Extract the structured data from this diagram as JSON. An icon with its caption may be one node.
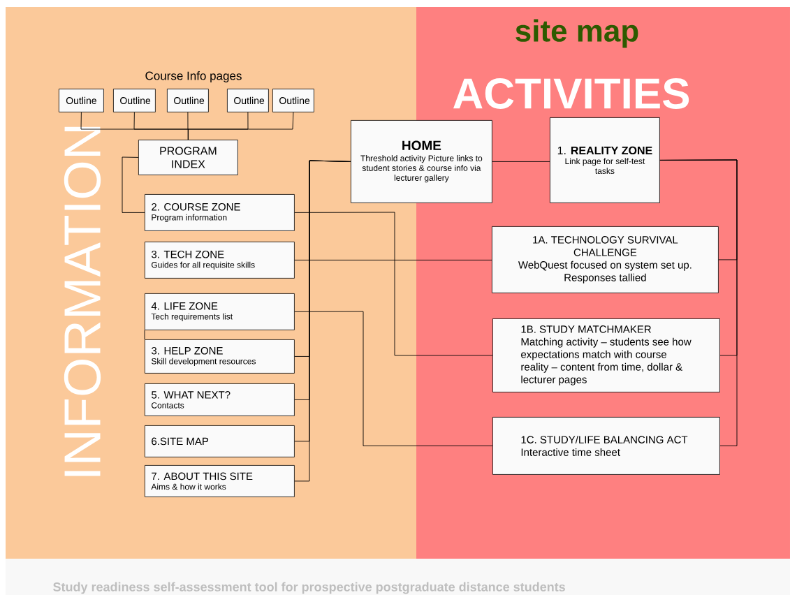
{
  "diagram": {
    "title": "site map",
    "nodes": [
      {
        "text": [
          "Outline"
        ]
      },
      {
        "text": [
          "Outline"
        ]
      },
      {
        "text": [
          "Outline"
        ]
      },
      {
        "text": [
          "Outline"
        ]
      },
      {
        "text": [
          "Outline"
        ]
      },
      {
        "text": [
          "PROGRAM INDEX"
        ]
      },
      {
        "text": [
          "HOME",
          "Threshold activity Picture links to student stories & course info via lecturer gallery"
        ]
      },
      {
        "text": [
          "1. **REALITY ZONE**",
          "Link page for self-test tasks"
        ]
      },
      {
        "text": [
          "2. COURSE  ZONE",
          "Program information"
        ]
      },
      {
        "text": [
          "3. TECH  ZONE",
          "Guides for all requisite skills"
        ]
      },
      {
        "text": [
          "4. LIFE ZONE",
          "Tech requirements list"
        ]
      },
      {
        "text": [
          "3. HELP ZONE",
          "Skill development resources"
        ]
      },
      {
        "text": [
          "5. WHAT NEXT?",
          "Contacts"
        ]
      },
      {
        "text": [
          "6.SITE MAP"
        ]
      },
      {
        "text": [
          "7. ABOUT THIS SITE",
          "Aims & how it works"
        ]
      },
      {
        "text": [
          "1A. TECHNOLOGY SURVIVAL CHALLENGE",
          "WebQuest focused on system set up. Responses tallied"
        ]
      },
      {
        "text": [
          "1B. STUDY MATCHMAKER",
          "Matching activity – students see how expectations match with course reality – content from time, dollar & lecturer pages"
        ]
      },
      {
        "text": [
          "1C. STUDY/LIFE BALANCING ACT",
          "Interactive time sheet"
        ]
      }
    ],
    "edges": [
      {
        "from": 0,
        "to": 5,
        "arrow": "none"
      },
      {
        "from": 1,
        "to": 5,
        "arrow": "none"
      },
      {
        "from": 2,
        "to": 5,
        "arrow": "none"
      },
      {
        "from": 3,
        "to": 5,
        "arrow": "none"
      },
      {
        "from": 4,
        "to": 5,
        "arrow": "none"
      },
      {
        "from": 5,
        "to": 8,
        "arrow": "none"
      },
      {
        "from": 6,
        "to": 7,
        "arrow": "none"
      },
      {
        "from": 6,
        "to": 11,
        "arrow": "none"
      },
      {
        "from": 6,
        "to": 12,
        "arrow": "none"
      },
      {
        "from": 6,
        "to": 13,
        "arrow": "none"
      },
      {
        "from": 6,
        "to": 14,
        "arrow": "none"
      },
      {
        "from": 10,
        "to": 11,
        "arrow": "none"
      },
      {
        "from": 8,
        "to": 16,
        "arrow": "none"
      },
      {
        "from": 9,
        "to": 15,
        "arrow": "none"
      },
      {
        "from": 10,
        "to": 17,
        "arrow": "none"
      },
      {
        "from": 7,
        "to": 15,
        "arrow": "none"
      },
      {
        "from": 7,
        "to": 16,
        "arrow": "none"
      },
      {
        "from": 7,
        "to": 17,
        "arrow": "none"
      }
    ],
    "labels": [
      "Course Info pages",
      "INFORMATION",
      "ACTIVITIES",
      "Study readiness self-assessment tool for prospective postgraduate distance students"
    ]
  }
}
